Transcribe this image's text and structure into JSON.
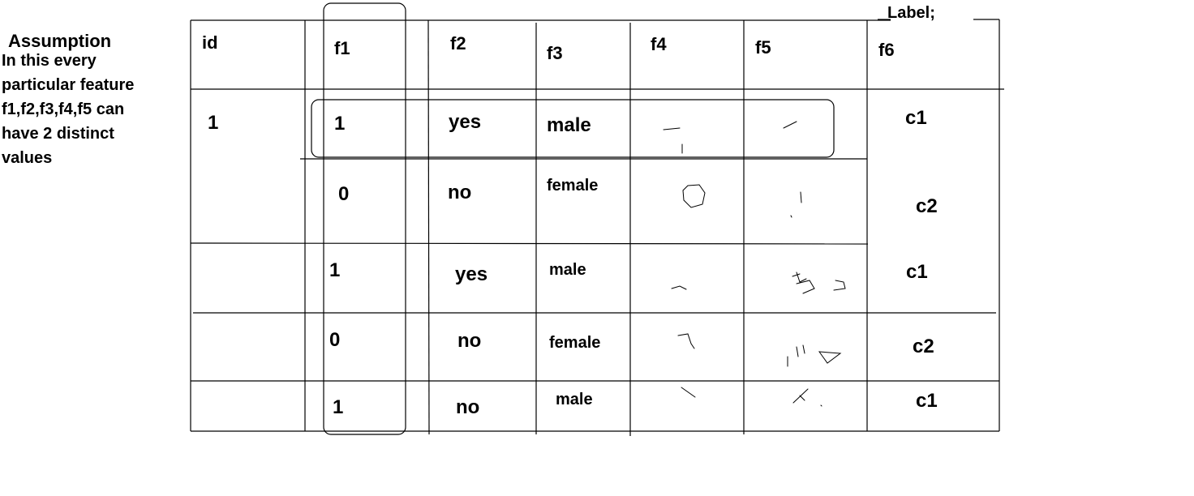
{
  "annotation": {
    "heading": "Assumption",
    "body": "In this every\nparticular feature\nf1,f2,f3,f4,f5 can\nhave 2 distinct\nvalues"
  },
  "label_title": "Label;",
  "table": {
    "headers": [
      "id",
      "f1",
      "f2",
      "f3",
      "f4",
      "f5",
      "f6"
    ],
    "rows": [
      {
        "id": "1",
        "f1": "1",
        "f2": "yes",
        "f3": "male",
        "f6": "c1"
      },
      {
        "id": "",
        "f1": "0",
        "f2": "no",
        "f3": "female",
        "f6": "c2"
      },
      {
        "id": "",
        "f1": "1",
        "f2": "yes",
        "f3": "male",
        "f6": "c1"
      },
      {
        "id": "",
        "f1": "0",
        "f2": "no",
        "f3": "female",
        "f6": "c2"
      },
      {
        "id": "",
        "f1": "1",
        "f2": "no",
        "f3": "male",
        "f6": "c1"
      }
    ]
  },
  "colors": {
    "ink": "#000000",
    "background": "#ffffff"
  }
}
